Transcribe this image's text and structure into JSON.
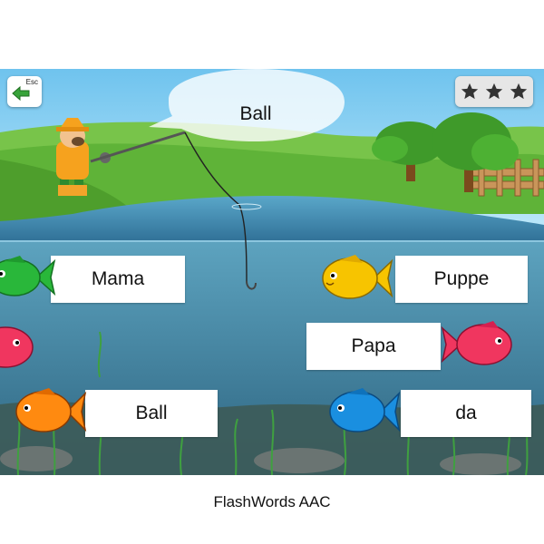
{
  "topbar": {
    "esc_label": "Esc",
    "back_icon": "arrow-left-icon",
    "stars_earned": 3,
    "stars_total": 3
  },
  "prompt": {
    "target_word": "Ball"
  },
  "answers": [
    {
      "word": "Mama",
      "fish_color": "#29b73a"
    },
    {
      "word": "Puppe",
      "fish_color": "#f7c400"
    },
    {
      "word": "Papa",
      "fish_color": "#f0365f"
    },
    {
      "word": "Ball",
      "fish_color": "#ff8a10"
    },
    {
      "word": "da",
      "fish_color": "#1a8fe0"
    },
    {
      "word": "",
      "fish_color": "#f0365f"
    }
  ],
  "caption": "FlashWords AAC"
}
